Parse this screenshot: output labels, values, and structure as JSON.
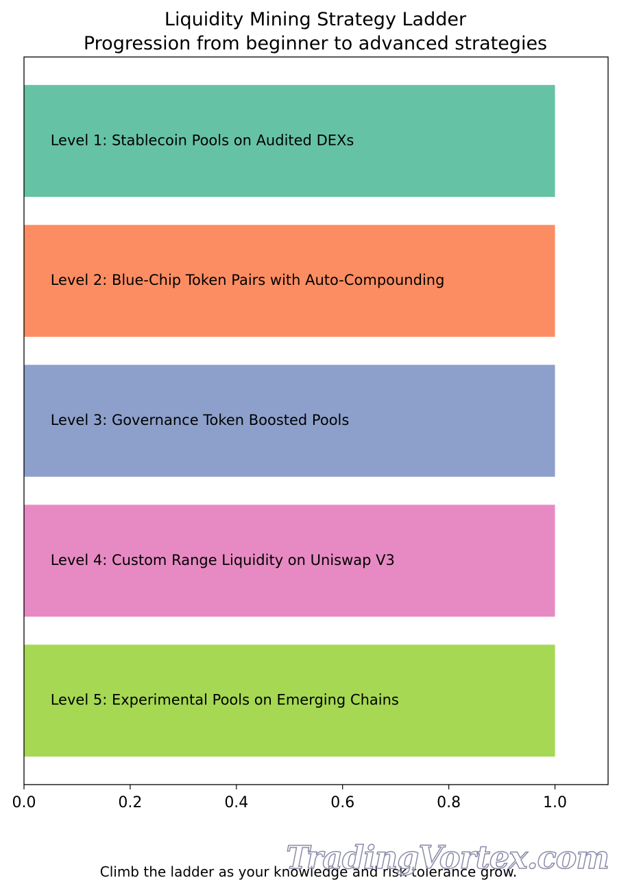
{
  "chart_data": {
    "type": "bar",
    "orientation": "horizontal",
    "title": "Liquidity Mining Strategy Ladder",
    "subtitle": "Progression from beginner to advanced strategies",
    "categories": [
      "Level 1: Stablecoin Pools on Audited DEXs",
      "Level 2: Blue-Chip Token Pairs with Auto-Compounding",
      "Level 3: Governance Token Boosted Pools",
      "Level 4: Custom Range Liquidity on Uniswap V3",
      "Level 5: Experimental Pools on Emerging Chains"
    ],
    "values": [
      1.0,
      1.0,
      1.0,
      1.0,
      1.0
    ],
    "colors": [
      "#66c2a5",
      "#fc8d62",
      "#8da0cb",
      "#e78ac3",
      "#a6d854"
    ],
    "xlim": [
      0.0,
      1.1
    ],
    "xticks": [
      "0.0",
      "0.2",
      "0.4",
      "0.6",
      "0.8",
      "1.0"
    ],
    "xlabel": "",
    "ylabel": "",
    "grid": false,
    "legend": "none"
  },
  "caption": "Climb the ladder as your knowledge and risk tolerance grow.",
  "watermark": "TradingVortex.com"
}
